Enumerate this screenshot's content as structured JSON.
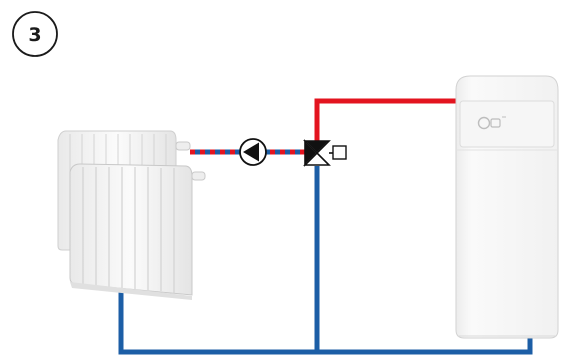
{
  "step_badge": {
    "number": "3"
  },
  "colors": {
    "supply_pipe": "#e3141f",
    "return_pipe": "#1c5ea6",
    "mixed_pipe_red": "#e3141f",
    "mixed_pipe_blue": "#1c5ea6",
    "symbol_stroke": "#111111",
    "appliance_body": "#f4f4f4",
    "radiator_body": "#f2f2f2"
  },
  "components": {
    "step_badge_icon": "circled-number",
    "radiator_icon": "radiator",
    "pump_icon": "circulation-pump",
    "valve_icon": "three-way-mixing-valve",
    "actuator_icon": "valve-actuator",
    "boiler_icon": "floor-standing-boiler",
    "boiler_logo_icon": "manufacturer-logo"
  }
}
